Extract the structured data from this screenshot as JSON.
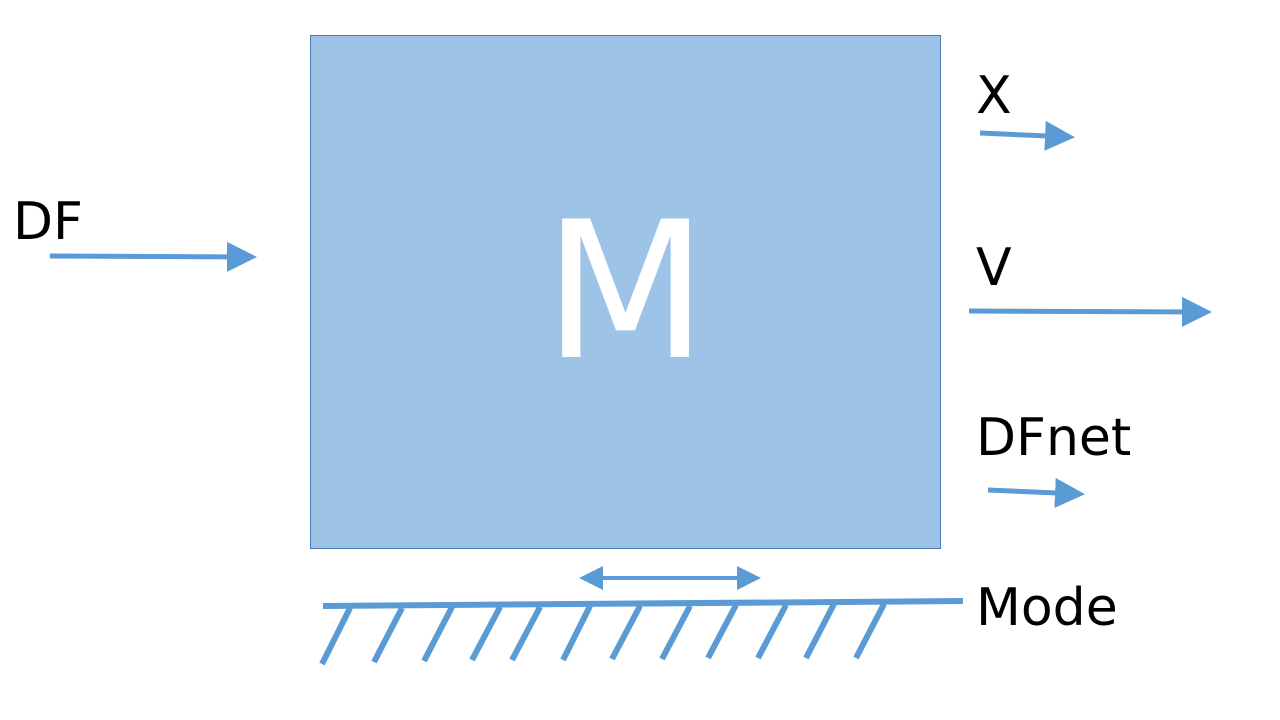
{
  "colors": {
    "block_fill": "#9dc3e6",
    "block_border": "#4a7ebb",
    "arrow": "#5b9bd5",
    "text": "#000000",
    "block_text": "#ffffff"
  },
  "mass": {
    "label": "M"
  },
  "inputs": {
    "df_label": "DF"
  },
  "outputs": {
    "x_label": "X",
    "v_label": "V",
    "dfnet_label": "DFnet"
  },
  "ground": {
    "mode_label": "Mode"
  }
}
